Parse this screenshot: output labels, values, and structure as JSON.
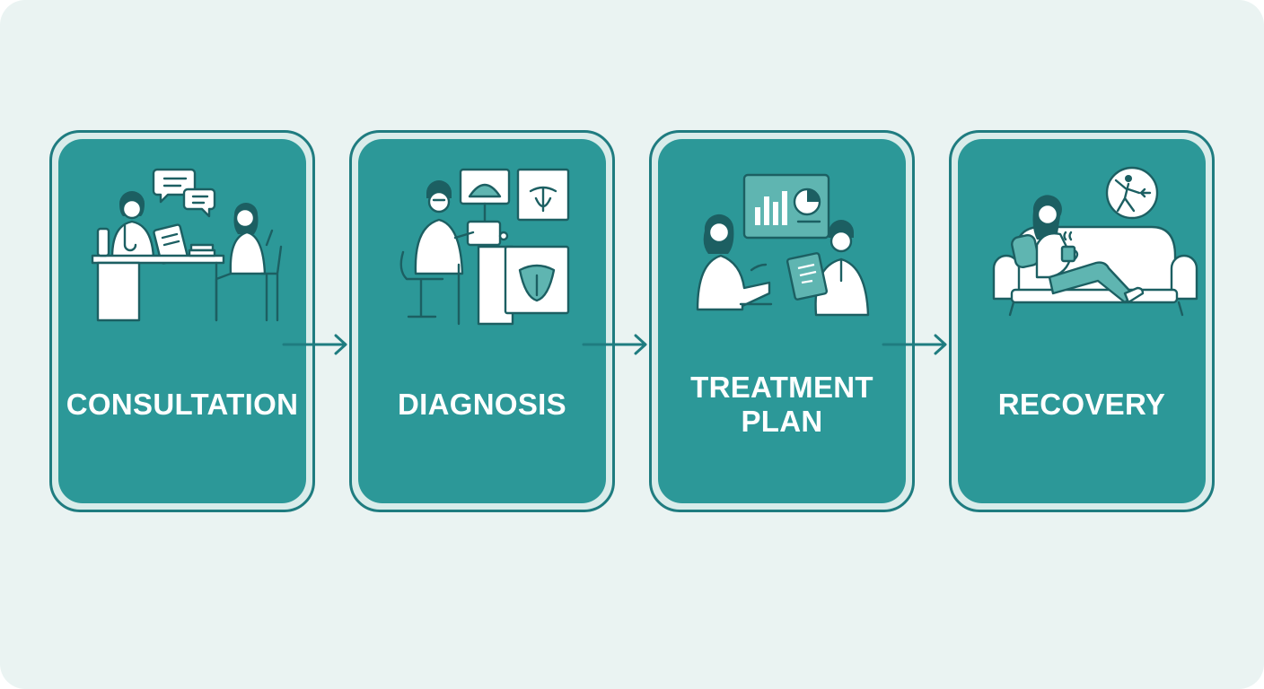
{
  "steps": [
    {
      "label": "CONSULTATION",
      "icon": "consultation-illustration-icon"
    },
    {
      "label": "DIAGNOSIS",
      "icon": "ultrasound-diagnosis-illustration-icon"
    },
    {
      "label": "TREATMENT\nPLAN",
      "icon": "treatment-plan-discussion-illustration-icon"
    },
    {
      "label": "RECOVERY",
      "icon": "resting-recovery-illustration-icon"
    }
  ],
  "colors": {
    "background": "#eaf3f2",
    "card": "#2c9898",
    "card_border": "#1f7c80",
    "arrow": "#1f7c80",
    "label_text": "#ffffff"
  }
}
